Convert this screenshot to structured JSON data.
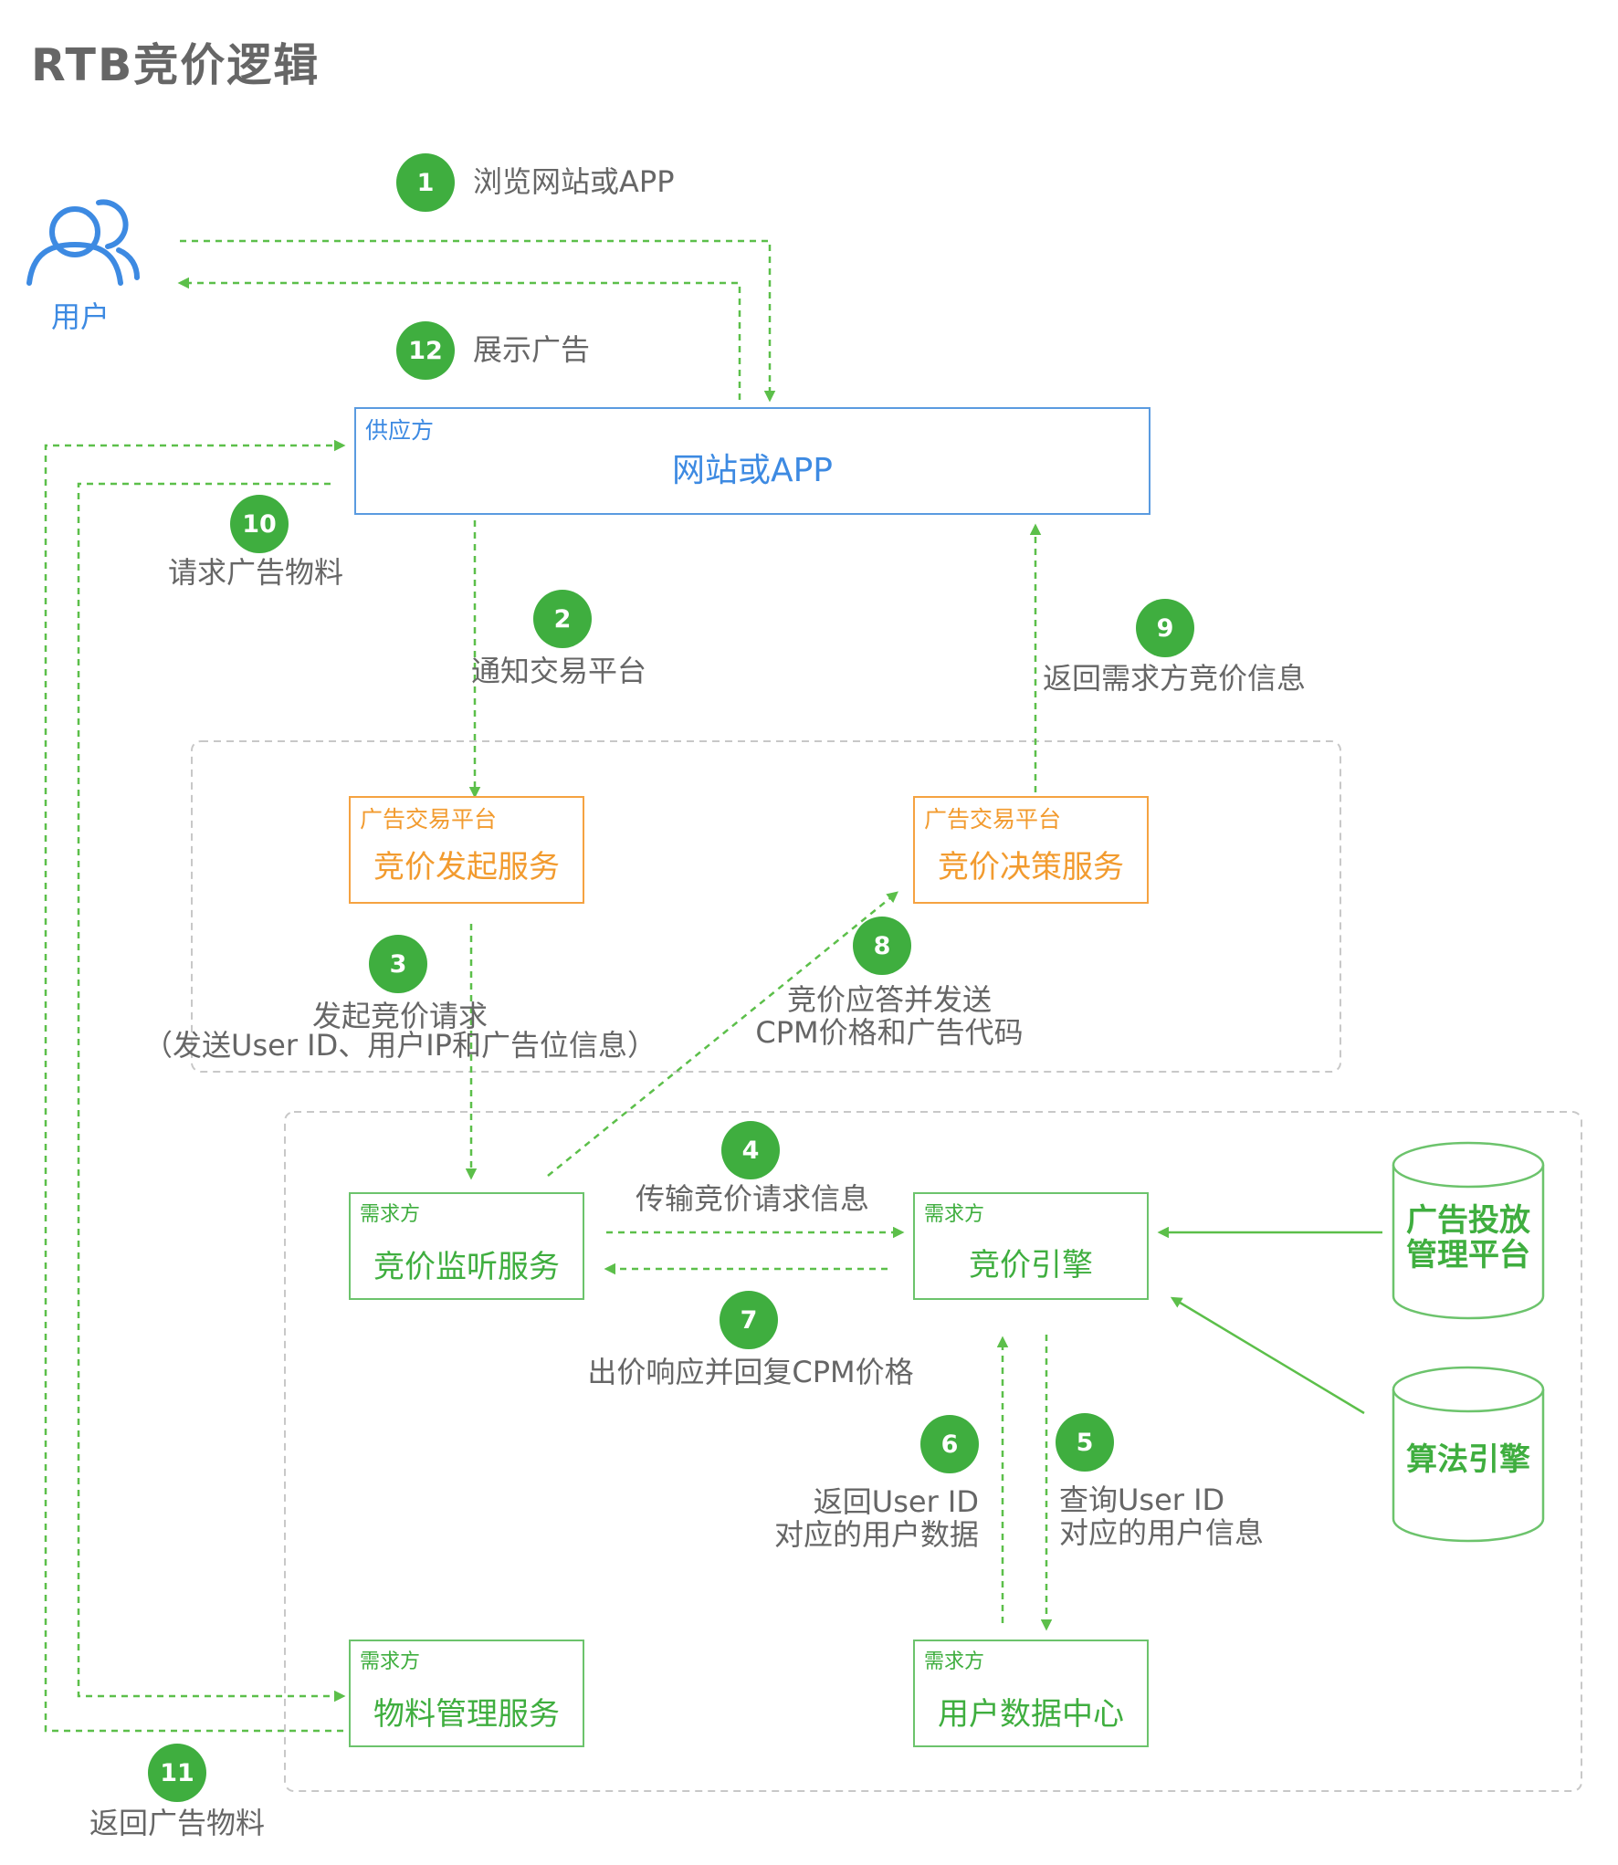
{
  "title": "RTB竞价逻辑",
  "user_label": "用户",
  "colors": {
    "green": "#3fae3f",
    "blue": "#3d8ae2",
    "orange": "#f29b2f"
  },
  "boxes": {
    "supply": {
      "tag": "供应方",
      "main": "网站或APP"
    },
    "bid_initiate": {
      "tag": "广告交易平台",
      "main": "竞价发起服务"
    },
    "bid_decision": {
      "tag": "广告交易平台",
      "main": "竞价决策服务"
    },
    "bid_listen": {
      "tag": "需求方",
      "main": "竞价监听服务"
    },
    "bid_engine": {
      "tag": "需求方",
      "main": "竞价引擎"
    },
    "material": {
      "tag": "需求方",
      "main": "物料管理服务"
    },
    "user_data": {
      "tag": "需求方",
      "main": "用户数据中心"
    }
  },
  "cylinders": {
    "ad_platform": {
      "line1": "广告投放",
      "line2": "管理平台"
    },
    "algorithm": {
      "line1": "算法引擎"
    }
  },
  "steps": [
    {
      "num": "1",
      "text": "浏览网站或APP"
    },
    {
      "num": "2",
      "text": "通知交易平台"
    },
    {
      "num": "3",
      "text": "发起竞价请求",
      "text2": "（发送User ID、用户IP和广告位信息）"
    },
    {
      "num": "4",
      "text": "传输竞价请求信息"
    },
    {
      "num": "5",
      "text": "查询User ID",
      "text2": "对应的用户信息"
    },
    {
      "num": "6",
      "text": "返回User ID",
      "text2": "对应的用户数据"
    },
    {
      "num": "7",
      "text": "出价响应并回复CPM价格"
    },
    {
      "num": "8",
      "text": "竞价应答并发送",
      "text2": "CPM价格和广告代码"
    },
    {
      "num": "9",
      "text": "返回需求方竞价信息"
    },
    {
      "num": "10",
      "text": "请求广告物料"
    },
    {
      "num": "11",
      "text": "返回广告物料"
    },
    {
      "num": "12",
      "text": "展示广告"
    }
  ]
}
